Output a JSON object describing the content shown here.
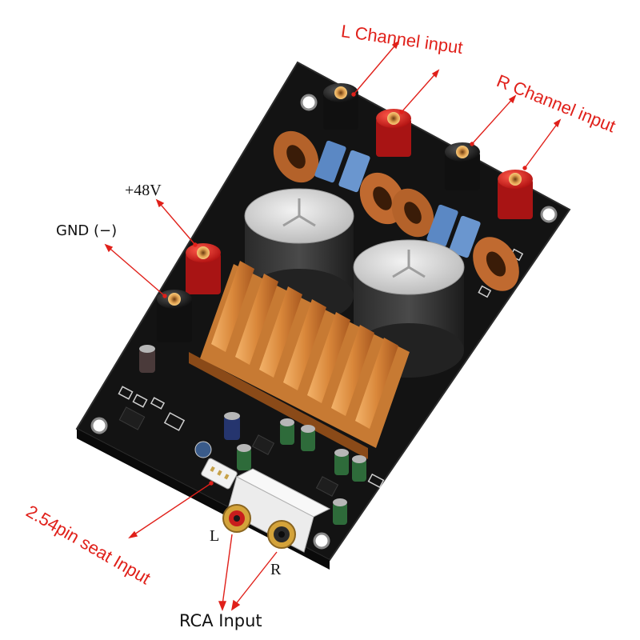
{
  "labels": {
    "l_channel": "L Channel input",
    "r_channel": "R Channel input",
    "plus48v": "+48V",
    "gnd": "GND (−)",
    "pin_seat": "2.54pin seat Input",
    "rca_l": "L",
    "rca_r": "R",
    "rca_input": "RCA Input"
  },
  "colors": {
    "arrow": "#e0201a",
    "pcb": "#121212",
    "heatsink": "#d9873a",
    "terminal_red": "#d81e1e",
    "terminal_black": "#1a1a1a",
    "capacitor_blue": "#5b88c4",
    "inductor_copper": "#c9743a"
  }
}
